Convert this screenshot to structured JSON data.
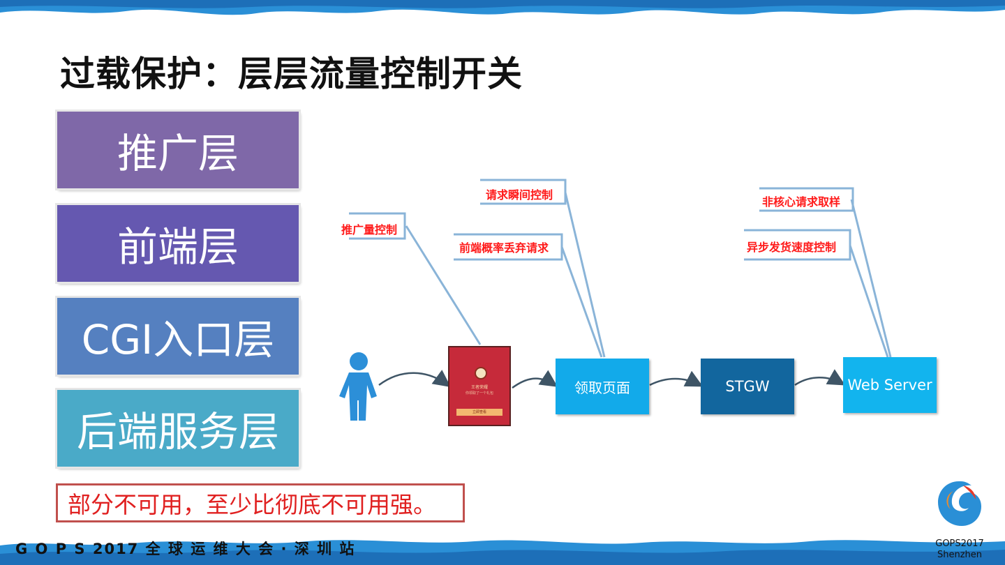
{
  "title": "过载保护：层层流量控制开关",
  "layers": [
    {
      "label": "推广层",
      "color": "#7f68a8"
    },
    {
      "label": "前端层",
      "color": "#6558b0"
    },
    {
      "label": "CGI入口层",
      "color": "#5580c0"
    },
    {
      "label": "后端服务层",
      "color": "#4aaac8"
    }
  ],
  "note": "部分不可用，至少比彻底不可用强。",
  "callouts": {
    "promo": "推广量控制",
    "burst": "请求瞬间控制",
    "drop": "前端概率丢弃请求",
    "sample": "非核心请求取样",
    "async": "异步发货速度控制"
  },
  "nodes": {
    "lingqu": "领取页面",
    "stgw": "STGW",
    "web": "Web Server"
  },
  "phone": {
    "title": "王者荣耀",
    "subtitle": "你领取了一个礼包",
    "button": "立即查看"
  },
  "footer": {
    "text": "G O P S 2017 全 球 运 维 大 会 · 深 圳 站",
    "logo_label_1": "GOPS2017",
    "logo_label_2": "Shenzhen"
  },
  "colors": {
    "callout": "#ff1a1a",
    "band": "#2a8fd6",
    "note_border": "#c0504d"
  }
}
